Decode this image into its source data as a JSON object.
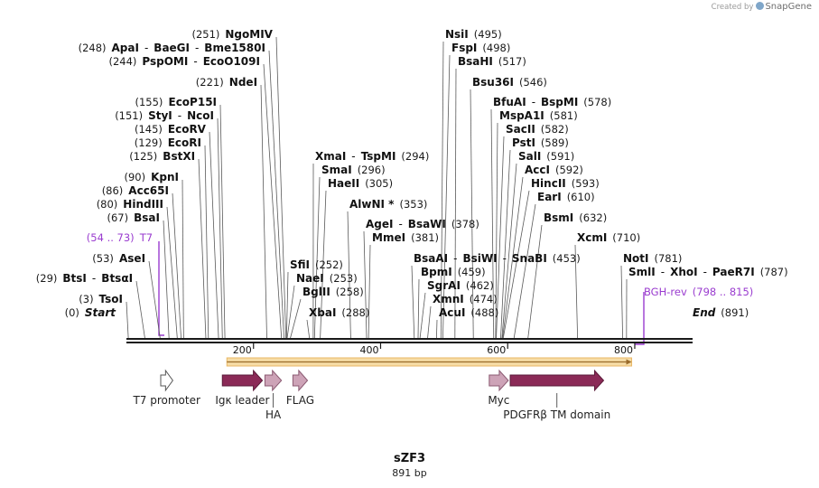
{
  "credit": {
    "prefix": "Created by",
    "brand": "SnapGene"
  },
  "title": "sZF3",
  "length_label": "891 bp",
  "sequence_length": 891,
  "ticks": [
    {
      "label": "200",
      "bp": 200
    },
    {
      "label": "400",
      "bp": 400
    },
    {
      "label": "600",
      "bp": 600
    },
    {
      "label": "800",
      "bp": 800
    }
  ],
  "left_labels": [
    {
      "parts": [
        [
          "(251)",
          "num"
        ],
        [
          "NgoMIV",
          "enz"
        ]
      ],
      "pos": 251
    },
    {
      "parts": [
        [
          "(248)",
          "num"
        ],
        [
          "ApaI",
          "enz"
        ],
        [
          "-",
          "sep"
        ],
        [
          "BaeGI",
          "enz"
        ],
        [
          "-",
          "sep"
        ],
        [
          "Bme1580I",
          "enz"
        ]
      ],
      "pos": 248
    },
    {
      "parts": [
        [
          "(244)",
          "num"
        ],
        [
          "PspOMI",
          "enz"
        ],
        [
          "-",
          "sep"
        ],
        [
          "EcoO109I",
          "enz"
        ]
      ],
      "pos": 244
    },
    {
      "parts": [
        [
          "(221)",
          "num"
        ],
        [
          "NdeI",
          "enz"
        ]
      ],
      "pos": 221
    },
    {
      "parts": [
        [
          "(155)",
          "num"
        ],
        [
          "EcoP15I",
          "enz"
        ]
      ],
      "pos": 155
    },
    {
      "parts": [
        [
          "(151)",
          "num"
        ],
        [
          "StyI",
          "enz"
        ],
        [
          "-",
          "sep"
        ],
        [
          "NcoI",
          "enz"
        ]
      ],
      "pos": 151
    },
    {
      "parts": [
        [
          "(145)",
          "num"
        ],
        [
          "EcoRV",
          "enz"
        ]
      ],
      "pos": 145
    },
    {
      "parts": [
        [
          "(129)",
          "num"
        ],
        [
          "EcoRI",
          "enz"
        ]
      ],
      "pos": 129
    },
    {
      "parts": [
        [
          "(125)",
          "num"
        ],
        [
          "BstXI",
          "enz"
        ]
      ],
      "pos": 125
    },
    {
      "parts": [
        [
          "(90)",
          "num"
        ],
        [
          "KpnI",
          "enz"
        ]
      ],
      "pos": 90
    },
    {
      "parts": [
        [
          "(86)",
          "num"
        ],
        [
          "Acc65I",
          "enz"
        ]
      ],
      "pos": 86
    },
    {
      "parts": [
        [
          "(80)",
          "num"
        ],
        [
          "HindIII",
          "enz"
        ]
      ],
      "pos": 80
    },
    {
      "parts": [
        [
          "(67)",
          "num"
        ],
        [
          "BsaI",
          "enz"
        ]
      ],
      "pos": 67
    },
    {
      "parts": [
        [
          "(54 .. 73)",
          "prim"
        ],
        [
          "T7",
          "prim"
        ]
      ],
      "pos": 54,
      "kind": "primer"
    },
    {
      "parts": [
        [
          "(53)",
          "num"
        ],
        [
          "AseI",
          "enz"
        ]
      ],
      "pos": 53
    },
    {
      "parts": [
        [
          "(29)",
          "num"
        ],
        [
          "BtsI",
          "enz"
        ],
        [
          "-",
          "sep"
        ],
        [
          "BtsαI",
          "enz"
        ]
      ],
      "pos": 29
    },
    {
      "parts": [
        [
          "(3)",
          "num"
        ],
        [
          "TsoI",
          "enz"
        ]
      ],
      "pos": 3
    },
    {
      "parts": [
        [
          "(0)",
          "num"
        ],
        [
          "Start",
          "endtxt"
        ]
      ],
      "pos": 0
    }
  ],
  "middle_labels": [
    {
      "parts": [
        [
          "XmaI",
          "enz"
        ],
        [
          "-",
          "sep"
        ],
        [
          "TspMI",
          "enz"
        ],
        [
          "(294)",
          "num"
        ]
      ],
      "pos": 294
    },
    {
      "parts": [
        [
          "SmaI",
          "enz"
        ],
        [
          "(296)",
          "num"
        ]
      ],
      "pos": 296
    },
    {
      "parts": [
        [
          "HaeII",
          "enz"
        ],
        [
          "(305)",
          "num"
        ]
      ],
      "pos": 305
    },
    {
      "parts": [
        [
          "AlwNI *",
          "enz"
        ],
        [
          "(353)",
          "num"
        ]
      ],
      "pos": 353
    },
    {
      "parts": [
        [
          "AgeI",
          "enz"
        ],
        [
          "-",
          "sep"
        ],
        [
          "BsaWI",
          "enz"
        ],
        [
          "(378)",
          "num"
        ]
      ],
      "pos": 378
    },
    {
      "parts": [
        [
          "MmeI",
          "enz"
        ],
        [
          "(381)",
          "num"
        ]
      ],
      "pos": 381
    },
    {
      "parts": [
        [
          "SfiI",
          "enz"
        ],
        [
          "(252)",
          "num"
        ]
      ],
      "pos": 252
    },
    {
      "parts": [
        [
          "NaeI",
          "enz"
        ],
        [
          "(253)",
          "num"
        ]
      ],
      "pos": 253
    },
    {
      "parts": [
        [
          "BglII",
          "enz"
        ],
        [
          "(258)",
          "num"
        ]
      ],
      "pos": 258
    },
    {
      "parts": [
        [
          "XbaI",
          "enz"
        ],
        [
          "(288)",
          "num"
        ]
      ],
      "pos": 288
    }
  ],
  "right_labels": [
    {
      "parts": [
        [
          "NsiI",
          "enz"
        ],
        [
          "(495)",
          "num"
        ]
      ],
      "pos": 495
    },
    {
      "parts": [
        [
          "FspI",
          "enz"
        ],
        [
          "(498)",
          "num"
        ]
      ],
      "pos": 498
    },
    {
      "parts": [
        [
          "BsaHI",
          "enz"
        ],
        [
          "(517)",
          "num"
        ]
      ],
      "pos": 517
    },
    {
      "parts": [
        [
          "Bsu36I",
          "enz"
        ],
        [
          "(546)",
          "num"
        ]
      ],
      "pos": 546
    },
    {
      "parts": [
        [
          "BfuAI",
          "enz"
        ],
        [
          "-",
          "sep"
        ],
        [
          "BspMI",
          "enz"
        ],
        [
          "(578)",
          "num"
        ]
      ],
      "pos": 578
    },
    {
      "parts": [
        [
          "MspA1I",
          "enz"
        ],
        [
          "(581)",
          "num"
        ]
      ],
      "pos": 581
    },
    {
      "parts": [
        [
          "SacII",
          "enz"
        ],
        [
          "(582)",
          "num"
        ]
      ],
      "pos": 582
    },
    {
      "parts": [
        [
          "PstI",
          "enz"
        ],
        [
          "(589)",
          "num"
        ]
      ],
      "pos": 589
    },
    {
      "parts": [
        [
          "SalI",
          "enz"
        ],
        [
          "(591)",
          "num"
        ]
      ],
      "pos": 591
    },
    {
      "parts": [
        [
          "AccI",
          "enz"
        ],
        [
          "(592)",
          "num"
        ]
      ],
      "pos": 592
    },
    {
      "parts": [
        [
          "HincII",
          "enz"
        ],
        [
          "(593)",
          "num"
        ]
      ],
      "pos": 593
    },
    {
      "parts": [
        [
          "EarI",
          "enz"
        ],
        [
          "(610)",
          "num"
        ]
      ],
      "pos": 610
    },
    {
      "parts": [
        [
          "BsmI",
          "enz"
        ],
        [
          "(632)",
          "num"
        ]
      ],
      "pos": 632
    },
    {
      "parts": [
        [
          "XcmI",
          "enz"
        ],
        [
          "(710)",
          "num"
        ]
      ],
      "pos": 710
    },
    {
      "parts": [
        [
          "BsaAI",
          "enz"
        ],
        [
          "-",
          "sep"
        ],
        [
          "BsiWI",
          "enz"
        ],
        [
          "-",
          "sep"
        ],
        [
          "SnaBI",
          "enz"
        ],
        [
          "(453)",
          "num"
        ]
      ],
      "pos": 453
    },
    {
      "parts": [
        [
          "BpmI",
          "enz"
        ],
        [
          "(459)",
          "num"
        ]
      ],
      "pos": 459
    },
    {
      "parts": [
        [
          "SgrAI",
          "enz"
        ],
        [
          "(462)",
          "num"
        ]
      ],
      "pos": 462
    },
    {
      "parts": [
        [
          "XmnI",
          "enz"
        ],
        [
          "(474)",
          "num"
        ]
      ],
      "pos": 474
    },
    {
      "parts": [
        [
          "AcuI",
          "enz"
        ],
        [
          "(488)",
          "num"
        ]
      ],
      "pos": 488
    },
    {
      "parts": [
        [
          "NotI",
          "enz"
        ],
        [
          "(781)",
          "num"
        ]
      ],
      "pos": 781
    },
    {
      "parts": [
        [
          "SmlI",
          "enz"
        ],
        [
          "-",
          "sep"
        ],
        [
          "XhoI",
          "enz"
        ],
        [
          "-",
          "sep"
        ],
        [
          "PaeR7I",
          "enz"
        ],
        [
          "(787)",
          "num"
        ]
      ],
      "pos": 787
    },
    {
      "parts": [
        [
          "BGH-rev",
          "prim"
        ],
        [
          "(798 .. 815)",
          "prim"
        ]
      ],
      "pos": 798,
      "kind": "primer"
    },
    {
      "parts": [
        [
          "End",
          "endtxt"
        ],
        [
          "(891)",
          "num"
        ]
      ],
      "pos": 891
    }
  ],
  "orf": {
    "start": 151,
    "end": 815,
    "color": "#f2a93b"
  },
  "features": [
    {
      "name": "T7 promoter",
      "start": 54,
      "end": 73,
      "color": "#ffffff",
      "stroke": "#555555"
    },
    {
      "name": "Igκ leader",
      "start": 151,
      "end": 214,
      "color": "#8b2a57",
      "stroke": "#5a1a38"
    },
    {
      "name": "HA",
      "start": 218,
      "end": 244,
      "color": "#cda3b7",
      "stroke": "#8b5a72"
    },
    {
      "name": "FLAG",
      "start": 262,
      "end": 285,
      "color": "#cda3b7",
      "stroke": "#8b5a72"
    },
    {
      "name": "Myc",
      "start": 571,
      "end": 601,
      "color": "#cda3b7",
      "stroke": "#8b5a72"
    },
    {
      "name": "PDGFRβ TM domain",
      "start": 604,
      "end": 751,
      "color": "#8b2a57",
      "stroke": "#5a1a38"
    }
  ]
}
